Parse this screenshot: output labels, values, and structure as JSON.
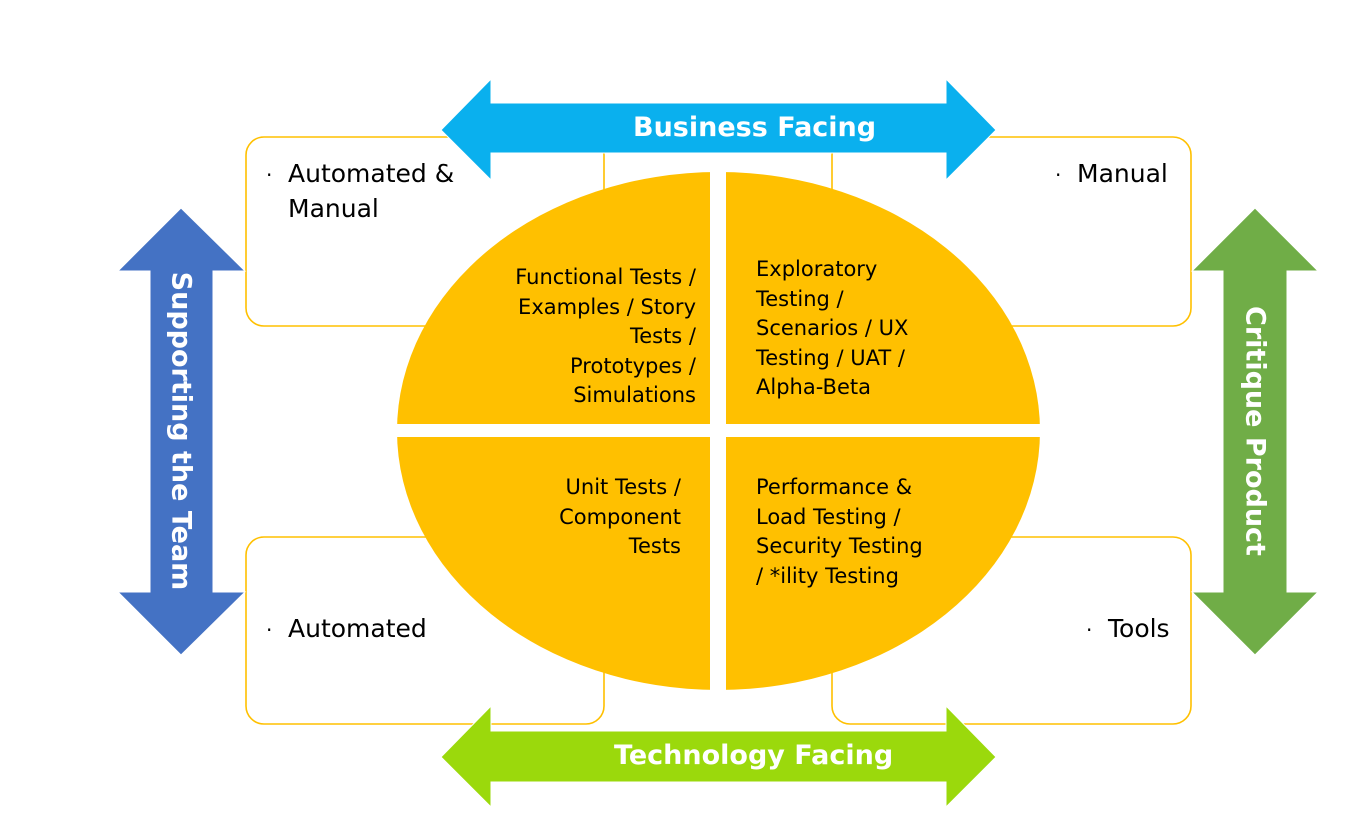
{
  "title": "Agile Testing Quadrants",
  "colors": {
    "business_arrow": "#0AB0EE",
    "technology_arrow": "#9BD90C",
    "supporting_arrow": "#4472C4",
    "critique_arrow": "#70AD47",
    "quadrant_fill": "#FFC000",
    "box_border": "#FFC000"
  },
  "arrows": {
    "top": {
      "label": "Business Facing"
    },
    "bottom": {
      "label": "Technology Facing"
    },
    "left": {
      "label": "Supporting the Team"
    },
    "right": {
      "label": "Critique Product"
    }
  },
  "boxes": {
    "top_left": {
      "bullet": "·",
      "text_line1": "Automated &",
      "text_line2": "Manual"
    },
    "top_right": {
      "bullet": "·",
      "text": "Manual"
    },
    "bottom_left": {
      "bullet": "·",
      "text": "Automated"
    },
    "bottom_right": {
      "bullet": "·",
      "text": "Tools"
    }
  },
  "quadrants": {
    "q2_top_left": {
      "text": "Functional Tests /\nExamples / Story\nTests /\nPrototypes /\nSimulations"
    },
    "q3_top_right": {
      "text": "Exploratory\nTesting /\nScenarios / UX\nTesting / UAT /\nAlpha-Beta"
    },
    "q1_bottom_left": {
      "text": "Unit Tests /\nComponent\nTests"
    },
    "q4_bottom_right": {
      "text": "Performance &\nLoad Testing /\nSecurity Testing\n/ *ility Testing"
    }
  }
}
